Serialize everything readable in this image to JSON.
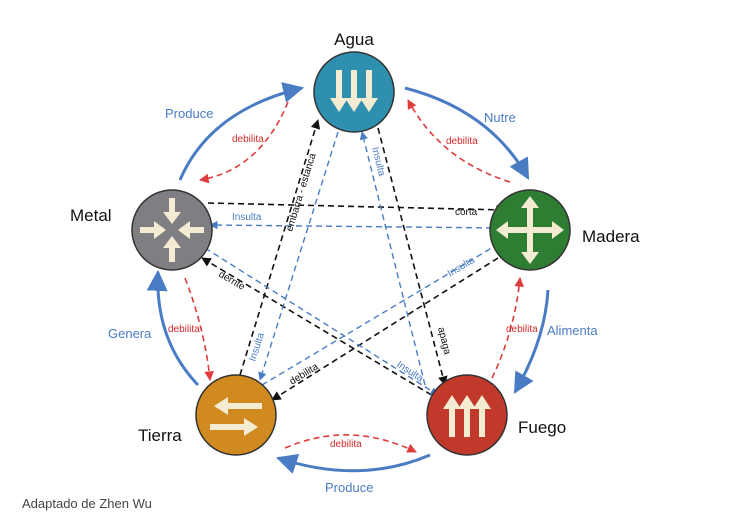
{
  "nodes": {
    "agua": {
      "label": "Agua",
      "color": "#2f8fae"
    },
    "madera": {
      "label": "Madera",
      "color": "#2e7d32"
    },
    "fuego": {
      "label": "Fuego",
      "color": "#c0392b"
    },
    "tierra": {
      "label": "Tierra",
      "color": "#d08a1f"
    },
    "metal": {
      "label": "Metal",
      "color": "#7f7f83"
    }
  },
  "edges": {
    "produce_top": "Produce",
    "nutre": "Nutre",
    "alimenta": "Alimenta",
    "produce_bottom": "Produce",
    "genera": "Genera",
    "debilita": "debilita",
    "corta": "corta",
    "insulta": "Insulta",
    "derrite": "derrite",
    "apaga": "apaga",
    "embarra": "embarra - estanca"
  },
  "caption": "Adaptado de Zhen Wu",
  "colors": {
    "blue": "#4a7cc4",
    "red": "#e03b3b",
    "black": "#111111",
    "arrow": "#f3ecd2"
  }
}
